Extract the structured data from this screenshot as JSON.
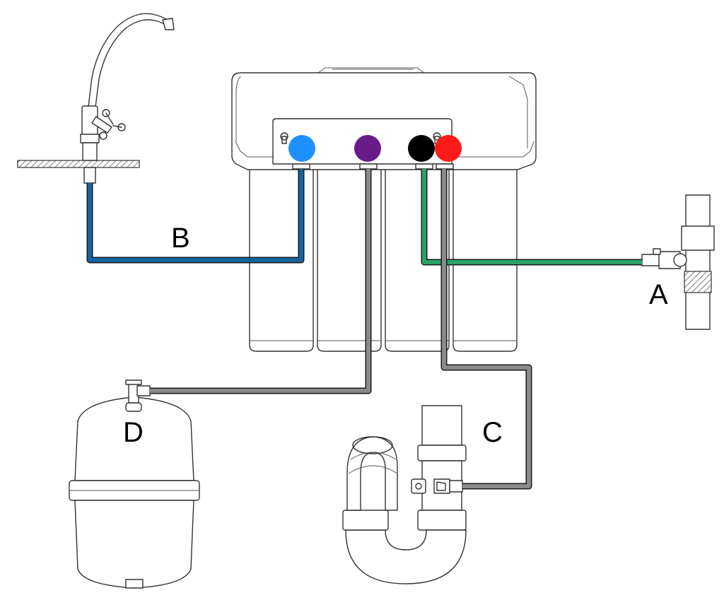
{
  "labels": {
    "a": "A",
    "b": "B",
    "c": "C",
    "d": "D"
  },
  "colors": {
    "port_light_blue": "#1e90ff",
    "port_purple": "#6a1b8a",
    "port_black": "#000000",
    "port_red": "#ff1a1a",
    "tube_blue": "#1565a0",
    "tube_green": "#2aa36b",
    "tube_gray": "#8a8a8a"
  }
}
